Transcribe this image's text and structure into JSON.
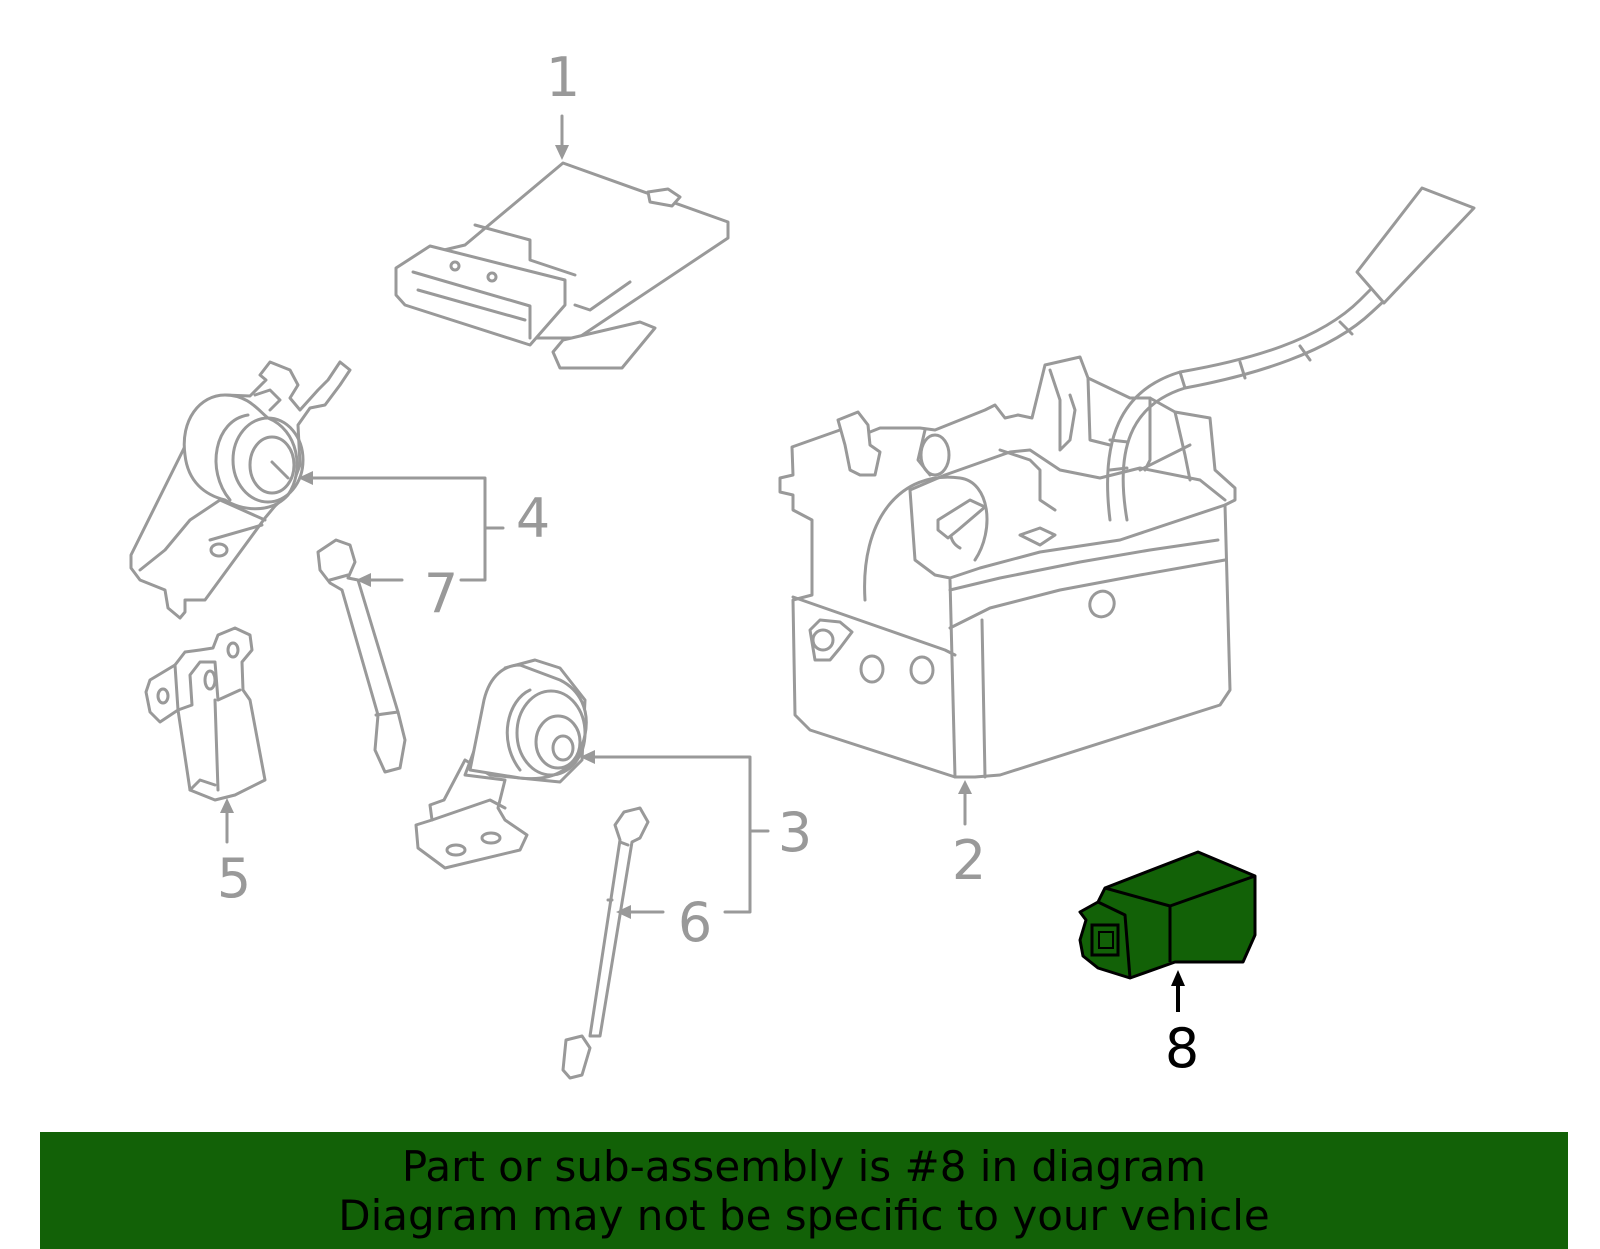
{
  "diagram": {
    "callouts": [
      {
        "id": "1",
        "label": "1",
        "highlighted": false
      },
      {
        "id": "2",
        "label": "2",
        "highlighted": false
      },
      {
        "id": "3",
        "label": "3",
        "highlighted": false
      },
      {
        "id": "4",
        "label": "4",
        "highlighted": false
      },
      {
        "id": "5",
        "label": "5",
        "highlighted": false
      },
      {
        "id": "6",
        "label": "6",
        "highlighted": false
      },
      {
        "id": "7",
        "label": "7",
        "highlighted": false
      },
      {
        "id": "8",
        "label": "8",
        "highlighted": true
      }
    ],
    "colors": {
      "line": "#999999",
      "highlight_fill": "#126107",
      "highlight_label": "#000000",
      "banner_background": "#126107",
      "banner_text": "#000000"
    }
  },
  "banner": {
    "line1": "Part or sub-assembly is #8 in diagram",
    "line2": "Diagram may not be specific to your vehicle"
  }
}
